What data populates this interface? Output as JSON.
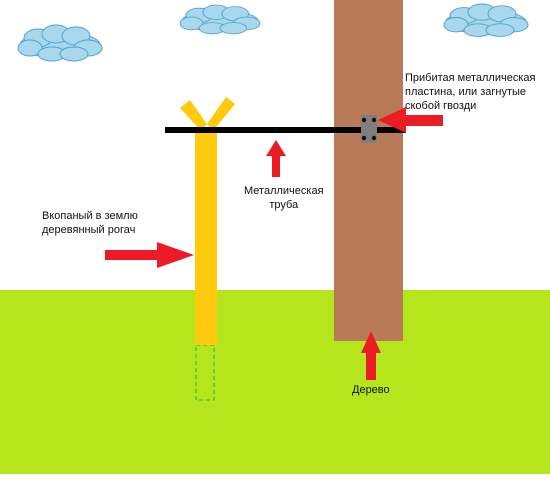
{
  "labels": {
    "post": [
      "Вкопаный в землю",
      "деревянный рогач"
    ],
    "pipe": [
      "Металлическая",
      "труба"
    ],
    "plate": [
      "Прибитая металлическая",
      "пластина, или загнутые",
      "скобой гвозди"
    ],
    "tree": "Дерево"
  },
  "colors": {
    "sky": "#ffffff",
    "cloud": "#a9d8ee",
    "grass": "#b5e61d",
    "post": "#ffc90e",
    "post_underground": "#22b14c",
    "trunk": "#b97a57",
    "pipe": "#000000",
    "plate": "#7f7f7f",
    "arrow": "#ed1c24"
  },
  "icons": [
    "cloud-icon",
    "arrow-right-icon",
    "arrow-up-icon",
    "arrow-left-icon"
  ]
}
